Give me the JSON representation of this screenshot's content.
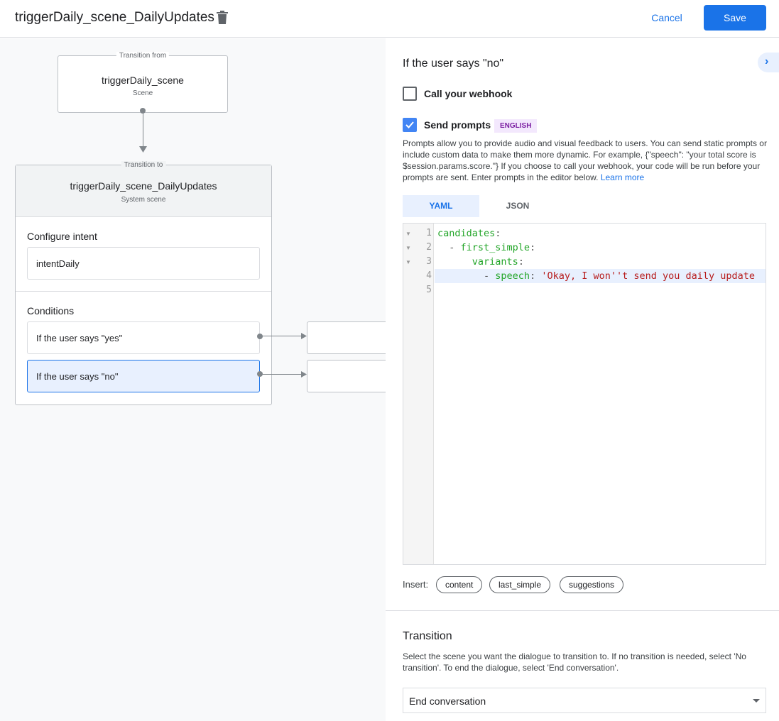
{
  "header": {
    "title": "triggerDaily_scene_DailyUpdates",
    "cancel_label": "Cancel",
    "save_label": "Save",
    "delete_icon": "trash-icon"
  },
  "flow": {
    "from": {
      "label": "Transition from",
      "name": "triggerDaily_scene",
      "type": "Scene"
    },
    "to": {
      "label": "Transition to",
      "name": "triggerDaily_scene_DailyUpdates",
      "type": "System scene"
    },
    "configure_intent": {
      "heading": "Configure intent",
      "value": "intentDaily"
    },
    "conditions": {
      "heading": "Conditions",
      "items": [
        {
          "label": "If the user says \"yes\""
        },
        {
          "label": "If the user says \"no\"",
          "selected": true
        }
      ]
    }
  },
  "panel": {
    "heading": "If the user says \"no\"",
    "webhook": {
      "label": "Call your webhook",
      "checked": false
    },
    "prompts": {
      "label": "Send prompts",
      "checked": true,
      "badge": "ENGLISH",
      "description": "Prompts allow you to provide audio and visual feedback to users. You can send static prompts or include custom data to make them more dynamic. For example, {\"speech\": \"your total score is $session.params.score.\"} If you choose to call your webhook, your code will be run before your prompts are sent. Enter prompts in the editor below.",
      "learn_more": "Learn more"
    },
    "tabs": [
      {
        "label": "YAML",
        "active": true
      },
      {
        "label": "JSON",
        "active": false
      }
    ],
    "editor": {
      "lines": [
        {
          "n": "1",
          "key": "candidates",
          "rest": ":",
          "indent": ""
        },
        {
          "n": "2",
          "key": "first_simple",
          "rest": ":",
          "indent": "  - "
        },
        {
          "n": "3",
          "key": "variants",
          "rest": ":",
          "indent": "      "
        },
        {
          "n": "4",
          "key": "speech",
          "rest": ": ",
          "str": "'Okay, I won''t send you daily update",
          "indent": "        - "
        },
        {
          "n": "5",
          "key": "",
          "rest": "",
          "indent": ""
        }
      ]
    },
    "insert": {
      "label": "Insert:",
      "chips": [
        "content",
        "last_simple",
        "suggestions"
      ]
    },
    "transition": {
      "heading": "Transition",
      "description": "Select the scene you want the dialogue to transition to. If no transition is needed, select 'No transition'. To end the dialogue, select 'End conversation'.",
      "selected": "End conversation"
    }
  },
  "colors": {
    "accent": "#1a73e8",
    "yaml_key": "#22a528",
    "yaml_string": "#b71c1c"
  }
}
